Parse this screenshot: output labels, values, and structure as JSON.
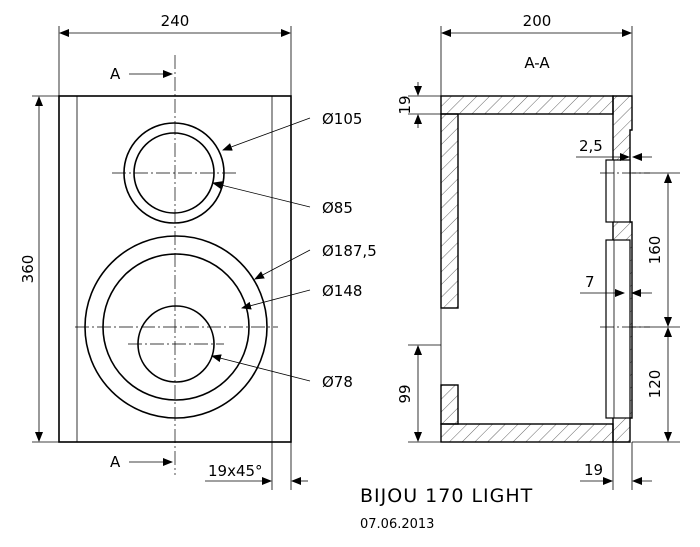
{
  "title": "BIJOU 170 LIGHT",
  "date": "07.06.2013",
  "front_view": {
    "width_label": "240",
    "height_label": "360",
    "section_marker_top": "A",
    "section_marker_bottom": "A",
    "chamfer_label": "19x45°",
    "tweeter_outer_label": "Ø105",
    "tweeter_inner_label": "Ø85",
    "woofer_outer_label": "Ø187,5",
    "woofer_middle_label": "Ø148",
    "woofer_inner_label": "Ø78"
  },
  "section_view": {
    "name": "A-A",
    "depth_label": "200",
    "top_panel_label": "19",
    "recess_label": "2,5",
    "tweeter_pos_label": "160",
    "baffle_step_label": "7",
    "woofer_pos_label": "120",
    "port_label": "99",
    "back_panel_label": "19"
  }
}
